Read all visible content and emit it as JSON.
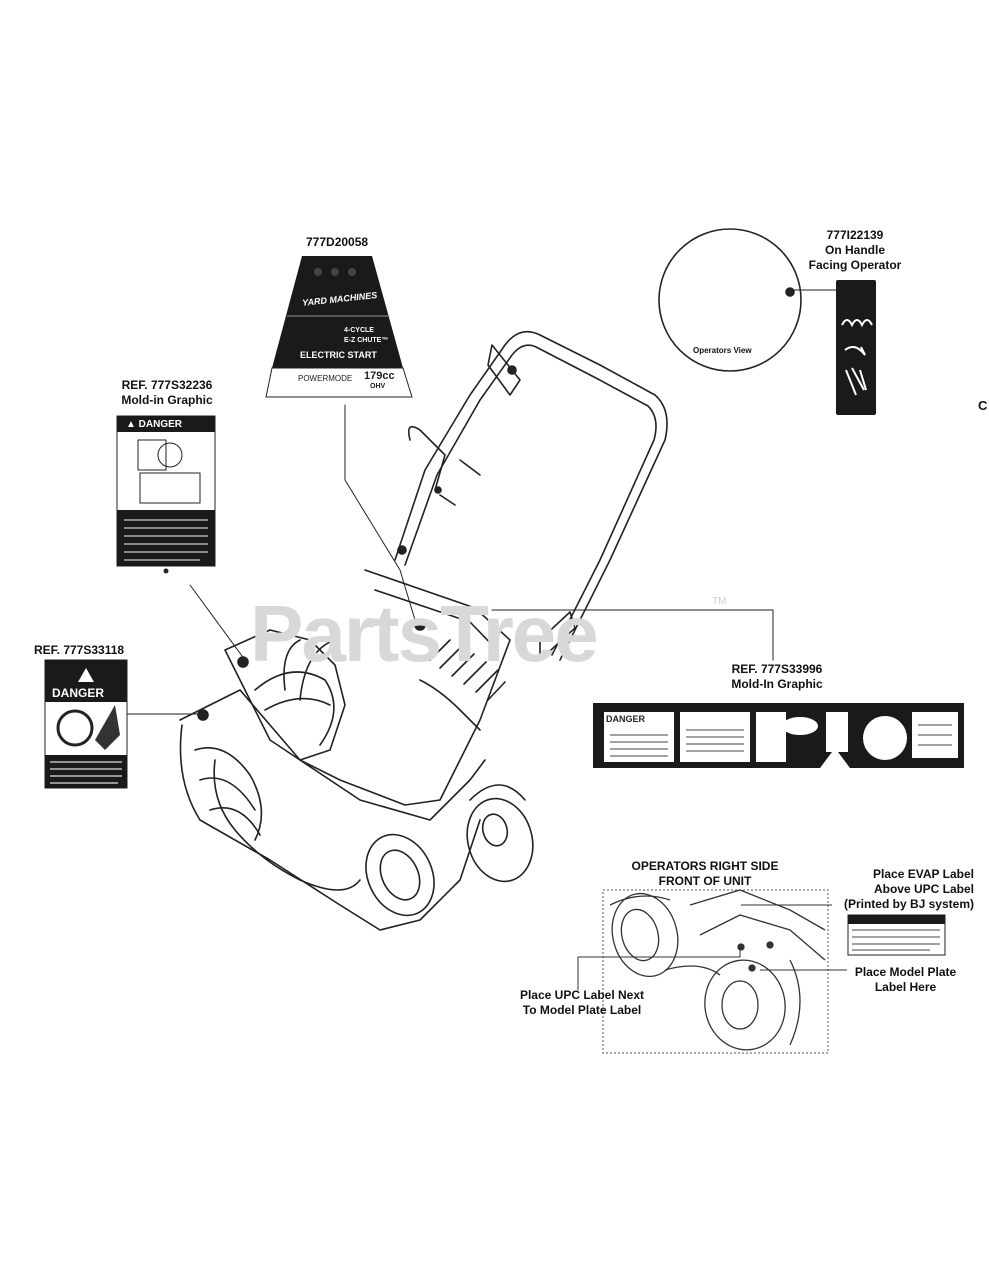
{
  "watermark": {
    "text": "PartsTree",
    "tm": "TM"
  },
  "labels": {
    "top_decal": {
      "ref": "777D20058"
    },
    "handle_decal": {
      "ref": "777I22139",
      "line2": "On Handle",
      "line3": "Facing Operator",
      "circle_caption": "Operators View"
    },
    "left_upper": {
      "ref": "REF. 777S32236",
      "line2": "Mold-in Graphic"
    },
    "left_lower": {
      "ref": "REF.  777S33118"
    },
    "right_mid": {
      "ref": "REF. 777S33996",
      "line2": "Mold-In Graphic"
    },
    "inset": {
      "title1": "OPERATORS RIGHT SIDE",
      "title2": "FRONT OF UNIT"
    },
    "evap": {
      "line1": "Place EVAP Label",
      "line2": "Above UPC Label",
      "line3": "(Printed by BJ system)"
    },
    "model_plate": {
      "line1": "Place Model Plate",
      "line2": "Label Here"
    },
    "upc": {
      "line1": "Place UPC Label Next",
      "line2": "To Model Plate Label"
    },
    "edge_letter": "C"
  },
  "decal_text": {
    "brand": "YARD MACHINES",
    "model": "4-CYCLE",
    "chute": "E-Z CHUTE™",
    "start": "ELECTRIC START",
    "power": "POWERMODE",
    "cc": "179cc",
    "ohv": "OHV",
    "danger": "▲ DANGER",
    "danger2": "DANGER"
  },
  "colors": {
    "ink": "#111111",
    "decal_dark": "#1a1a1a",
    "watermark": "#d8d8d8"
  }
}
